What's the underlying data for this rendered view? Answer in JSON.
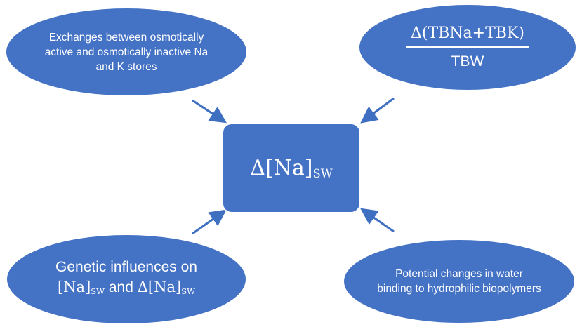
{
  "diagram": {
    "center": {
      "delta": "Δ",
      "bracket_label": "[Na]",
      "subscript": "SW"
    },
    "top_left": {
      "text": "Exchanges between osmotically active and osmotically inactive Na and K stores"
    },
    "top_right": {
      "numerator": "Δ(TBNa+TBK)",
      "denominator": "TBW"
    },
    "bottom_left": {
      "line1": "Genetic influences on",
      "term1": "[Na]",
      "sub1": "SW",
      "conj": " and ",
      "term2": "Δ[Na]",
      "sub2": "SW"
    },
    "bottom_right": {
      "text": "Potential changes in water binding to hydrophilic biopolymers"
    },
    "colors": {
      "fill": "#4472c4",
      "arrow": "#3f6fc0",
      "text": "#ffffff"
    }
  }
}
